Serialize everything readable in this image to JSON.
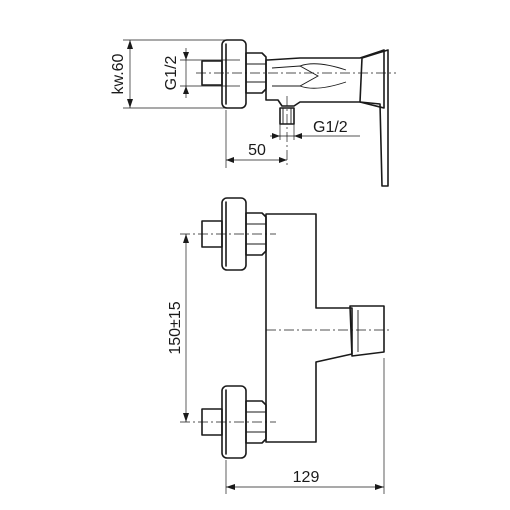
{
  "labels": {
    "top_wrench": "kw.60",
    "top_thread_inlet": "G1/2",
    "top_thread_outlet": "G1/2",
    "top_depth": "50",
    "spacing": "150±15",
    "width": "129"
  }
}
